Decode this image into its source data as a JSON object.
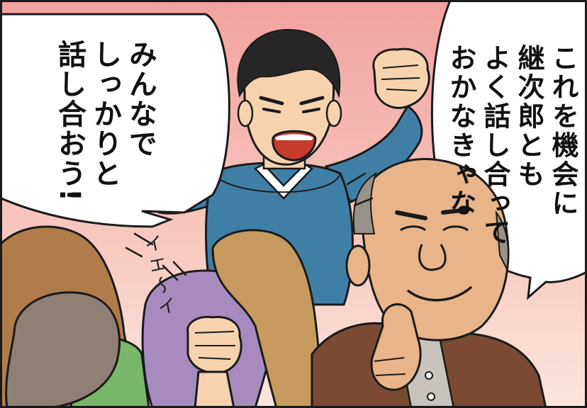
{
  "panel": {
    "left_bubble": {
      "lines": [
        "みんなで",
        "しっかりと",
        "話し合おう!"
      ]
    },
    "right_bubble": {
      "lines": [
        "これを機会に",
        "継次郎とも",
        "よく話し合って",
        "おかなきゃな"
      ]
    },
    "sfx": "イエ〜イ",
    "colors": {
      "background_top": "#f3a8a4",
      "background_bottom": "#fbe4dc",
      "sweater": "#3f7fa6",
      "skin": "#f6d3ae",
      "hair_dark": "#262626",
      "old_man_skin": "#e8b489",
      "jacket": "#7a4a33",
      "crowd_brown": "#b07d4a",
      "crowd_purple": "#a78bbf",
      "crowd_green": "#79b76a"
    }
  }
}
